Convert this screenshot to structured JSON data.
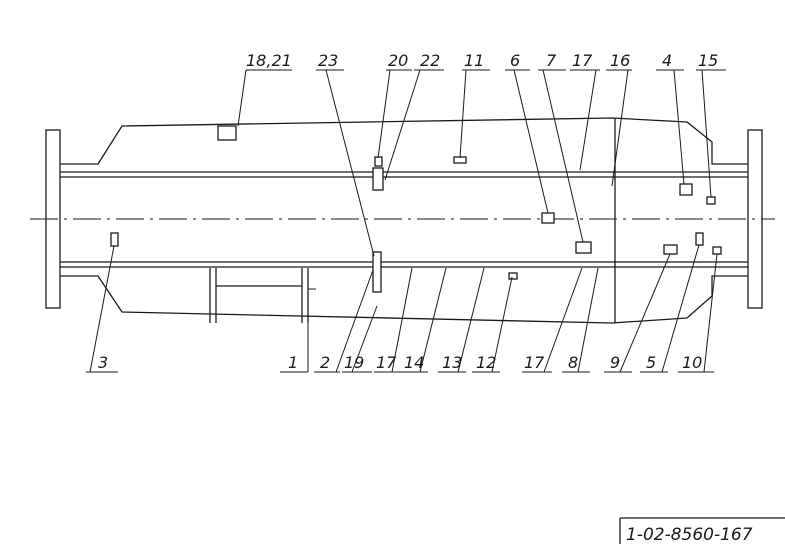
{
  "labels": {
    "top": [
      "18,21",
      "23",
      "20",
      "22",
      "11",
      "6",
      "7",
      "17",
      "16",
      "4",
      "15"
    ],
    "bottom": [
      "3",
      "1",
      "2",
      "19",
      "17",
      "14",
      "13",
      "12",
      "17",
      "8",
      "9",
      "5",
      "10"
    ]
  },
  "drawing_code": "1-02-8560-167"
}
